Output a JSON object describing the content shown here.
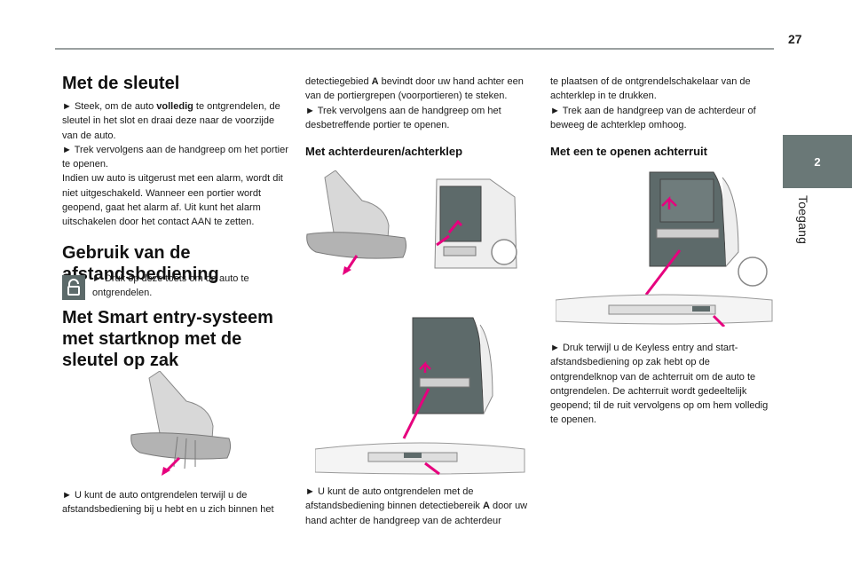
{
  "page": {
    "number": "27"
  },
  "side_tab": {
    "chapter": "2",
    "label": "Toegang"
  },
  "col1": {
    "h1": "Met de sleutel",
    "p1": {
      "a": "► Steek, om de auto ",
      "b": "volledig",
      "c": " te ontgrendelen, de sleutel in het slot en draai deze naar de voorzijde van de auto."
    },
    "p2": "► Trek vervolgens aan de handgreep om het portier te openen.",
    "p3": "Indien uw auto is uitgerust met een alarm, wordt dit niet uitgeschakeld. Wanneer een portier wordt geopend, gaat het alarm af. Uit kunt het alarm uitschakelen door het contact AAN te zetten.",
    "h2": "Gebruik van de afstandsbediening",
    "remote_text": "► Druk op deze toets om de auto te ontgrendelen.",
    "h3": "Met Smart entry-systeem met startknop met de sleutel op zak",
    "p4": "► U kunt de auto ontgrendelen terwijl u de afstandsbediening bij u hebt en u zich binnen het"
  },
  "col2": {
    "p1": {
      "a": "detectiegebied ",
      "b": "A",
      "c": " bevindt door uw hand achter een van de portiergrepen (voorportieren) te steken."
    },
    "p2": "► Trek vervolgens aan de handgreep om het desbetreffende portier te openen.",
    "h": "Met achterdeuren/achterklep",
    "p3": {
      "a": "► U kunt de auto ontgrendelen met de afstandsbediening binnen detectiebereik ",
      "b": "A",
      "c": " door uw hand achter de handgreep van de achterdeur"
    }
  },
  "col3": {
    "p1": "te plaatsen of de ontgrendelschakelaar van de achterklep in te drukken.",
    "p2": "► Trek aan de handgreep van de achterdeur of beweeg de achterklep omhoog.",
    "h": "Met een te openen achterruit",
    "p3": "► Druk terwijl u de Keyless entry and start-afstandsbediening op zak hebt op de ontgrendelknop van de achterruit om de auto te ontgrendelen. De achterruit wordt gedeeltelijk geopend; til de ruit vervolgens op om hem volledig te openen."
  },
  "colors": {
    "accent": "#e6007e",
    "tab": "#6a7877",
    "rule": "#9aa0a0"
  }
}
